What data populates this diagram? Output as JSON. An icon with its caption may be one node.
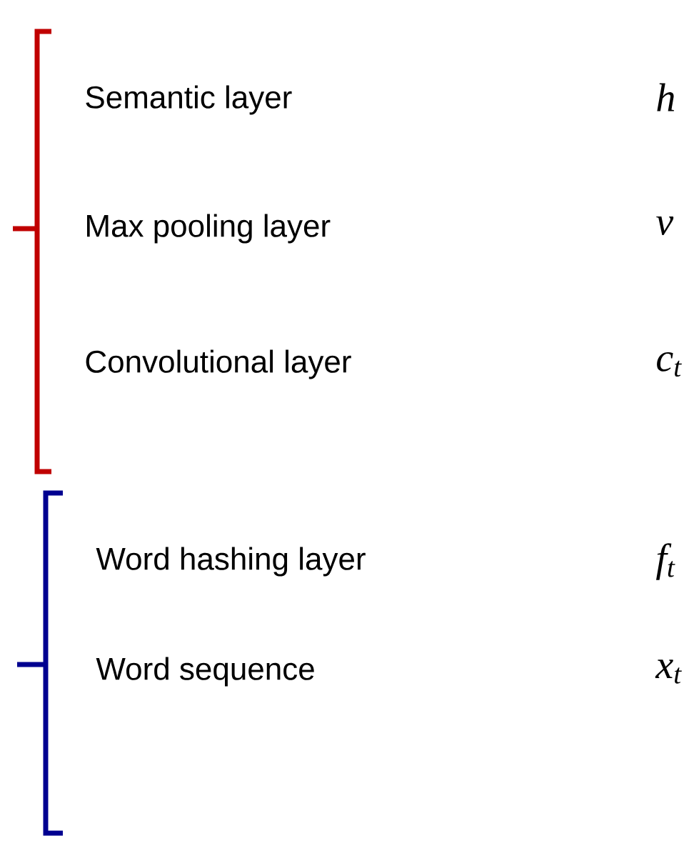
{
  "diagram": {
    "labels": [
      "Semantic layer",
      "h",
      "Max pooling layer",
      "v",
      "Convolutional layer",
      "c$_{t}$",
      "Word hashing layer",
      "f$_{t}$",
      "Word sequence",
      "x$_{t}$"
    ]
  }
}
